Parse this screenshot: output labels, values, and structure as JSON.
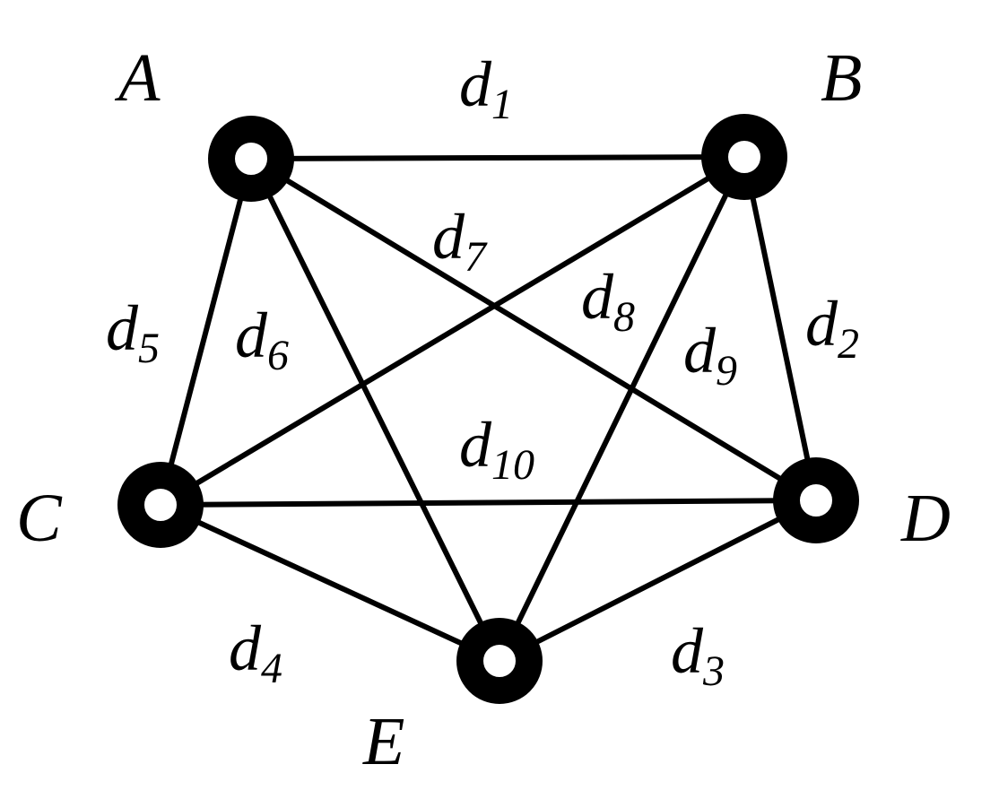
{
  "nodes": [
    {
      "id": "A",
      "label": "A"
    },
    {
      "id": "B",
      "label": "B"
    },
    {
      "id": "C",
      "label": "C"
    },
    {
      "id": "D",
      "label": "D"
    },
    {
      "id": "E",
      "label": "E"
    }
  ],
  "edges": [
    {
      "id": "d1",
      "from": "A",
      "to": "B",
      "base": "d",
      "sub": "1"
    },
    {
      "id": "d2",
      "from": "B",
      "to": "D",
      "base": "d",
      "sub": "2"
    },
    {
      "id": "d3",
      "from": "D",
      "to": "E",
      "base": "d",
      "sub": "3"
    },
    {
      "id": "d4",
      "from": "C",
      "to": "E",
      "base": "d",
      "sub": "4"
    },
    {
      "id": "d5",
      "from": "A",
      "to": "C",
      "base": "d",
      "sub": "5"
    },
    {
      "id": "d6",
      "from": "A",
      "to": "E",
      "base": "d",
      "sub": "6"
    },
    {
      "id": "d7",
      "from": "A",
      "to": "D",
      "base": "d",
      "sub": "7"
    },
    {
      "id": "d8",
      "from": "B",
      "to": "C",
      "base": "d",
      "sub": "8"
    },
    {
      "id": "d9",
      "from": "B",
      "to": "E",
      "base": "d",
      "sub": "9"
    },
    {
      "id": "d10",
      "from": "C",
      "to": "D",
      "base": "d",
      "sub": "10"
    }
  ]
}
